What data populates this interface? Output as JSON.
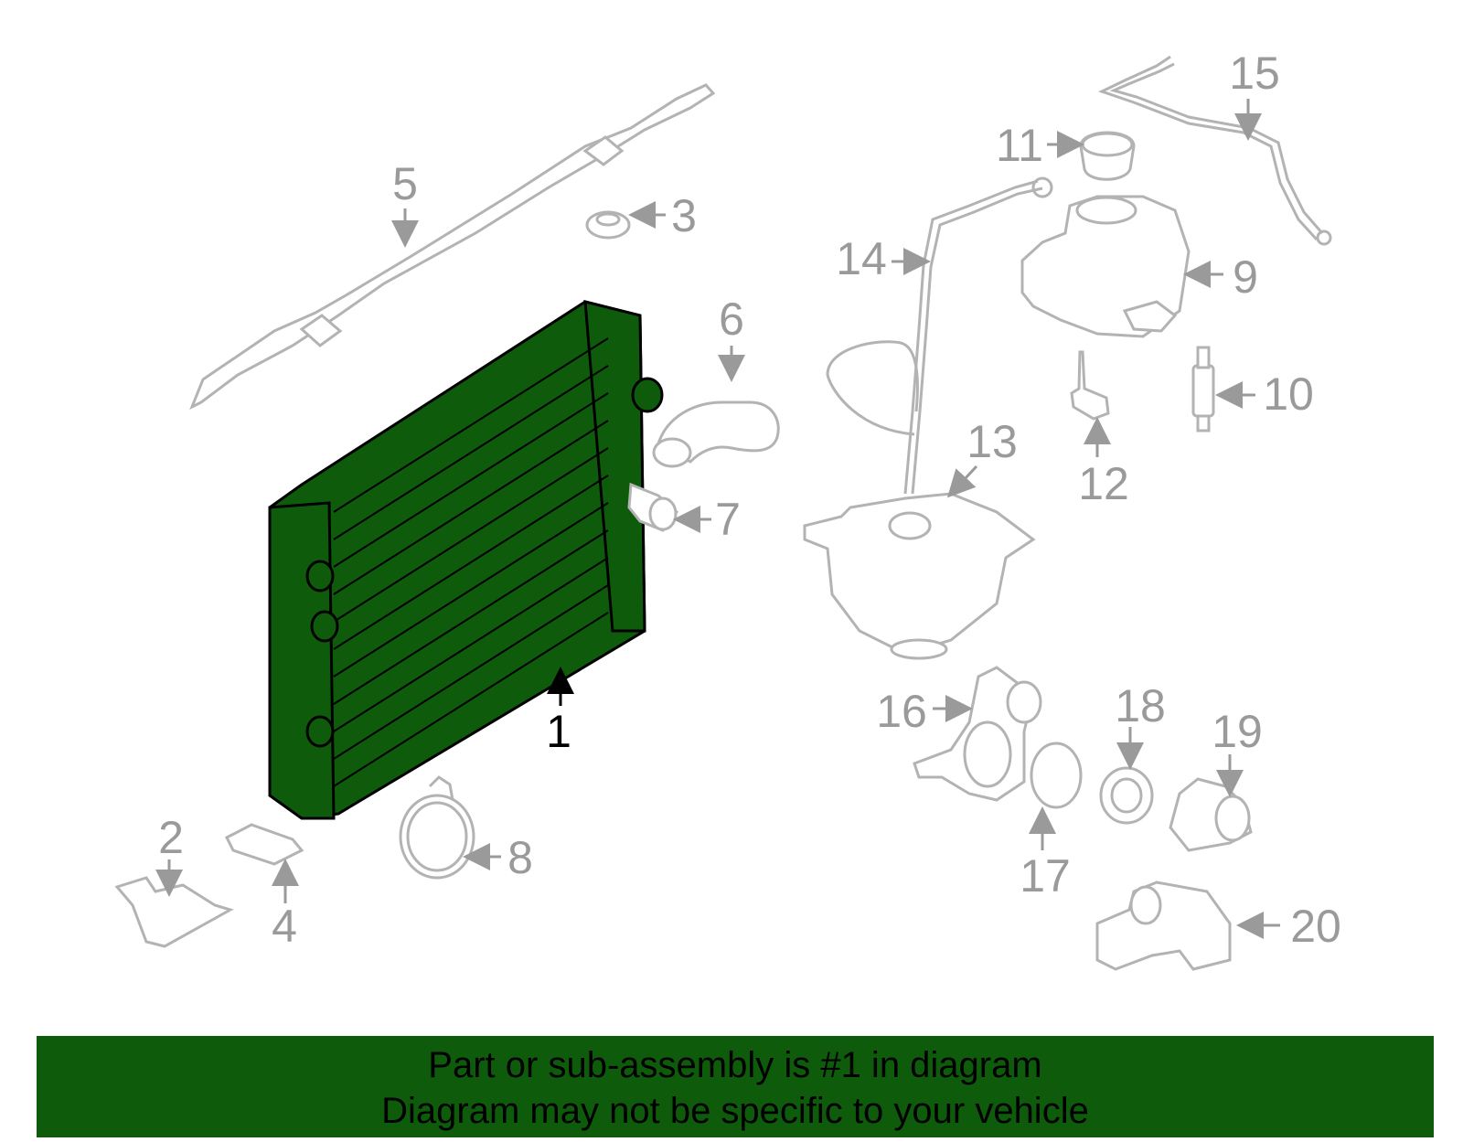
{
  "callouts": {
    "n1": "1",
    "n2": "2",
    "n3": "3",
    "n4": "4",
    "n5": "5",
    "n6": "6",
    "n7": "7",
    "n8": "8",
    "n9": "9",
    "n10": "10",
    "n11": "11",
    "n12": "12",
    "n13": "13",
    "n14": "14",
    "n15": "15",
    "n16": "16",
    "n17": "17",
    "n18": "18",
    "n19": "19",
    "n20": "20"
  },
  "banner": {
    "line1": "Part or sub-assembly is #1 in diagram",
    "line2": "Diagram may not be specific to your vehicle"
  },
  "colors": {
    "highlight": "#0e5c0b",
    "parts_outline": "#b3b3b3",
    "callout_text": "#9a9a9a"
  }
}
